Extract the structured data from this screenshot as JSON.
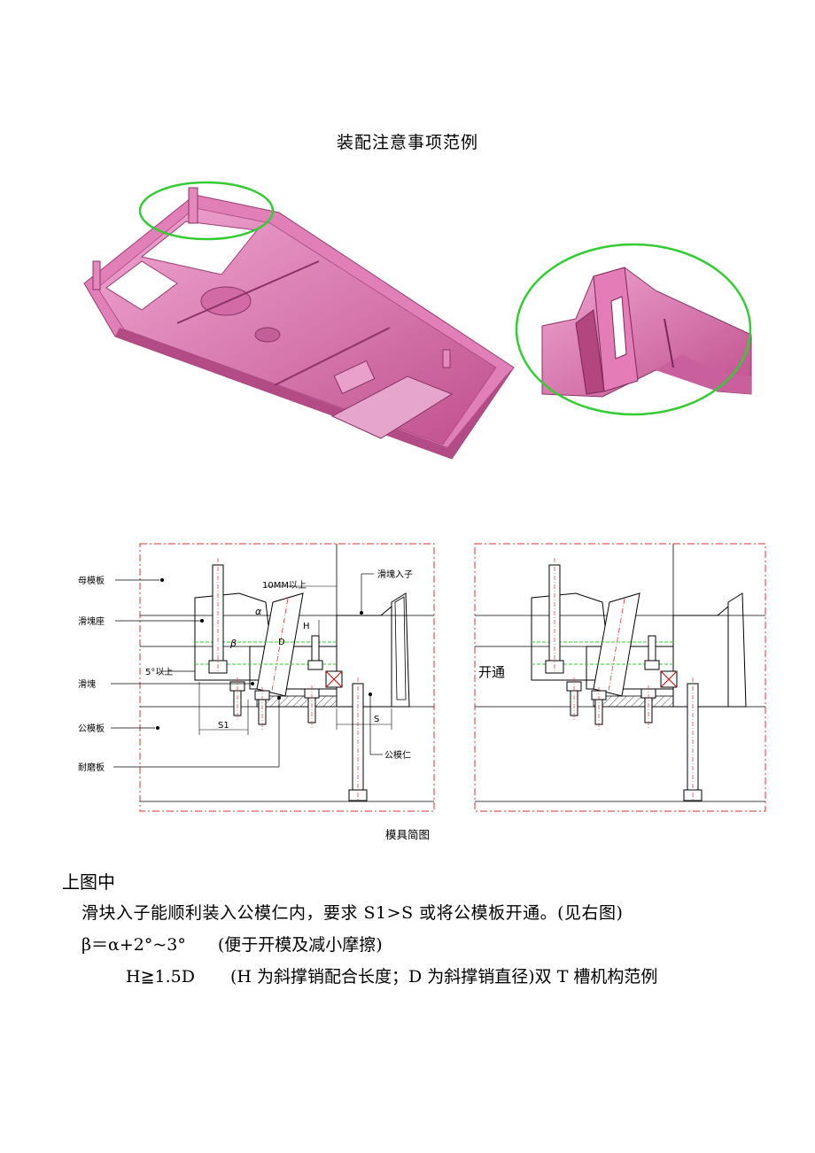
{
  "doc": {
    "title": "装配注意事项范例",
    "figure_caption": "模具简图",
    "body": {
      "heading": "上图中",
      "line1": "滑块入子能顺利装入公模仁内，要求 S1>S 或将公模板开通。(见右图)",
      "formula_beta": "β＝α+2°~3°",
      "formula_beta_note": "(便于开模及减小摩擦)",
      "formula_h": "H≧1.5D",
      "formula_h_note": "(H 为斜撑销配合长度；D 为斜撑销直径)双 T 槽机构范例"
    }
  },
  "diagram": {
    "labels": {
      "mother_plate": "母模板",
      "slider_seat": "滑塊座",
      "angle_note": "5°以上",
      "slider": "滑塊",
      "core_plate": "公模板",
      "wear_plate": "耐磨板",
      "dim_10mm": "10MM以上",
      "slider_insert": "滑塊入子",
      "core_insert": "公模仁",
      "alpha": "α",
      "beta": "β",
      "dim_h": "H",
      "dim_d": "D",
      "dim_s1": "S1",
      "dim_s": "S",
      "open_through": "开通"
    }
  }
}
